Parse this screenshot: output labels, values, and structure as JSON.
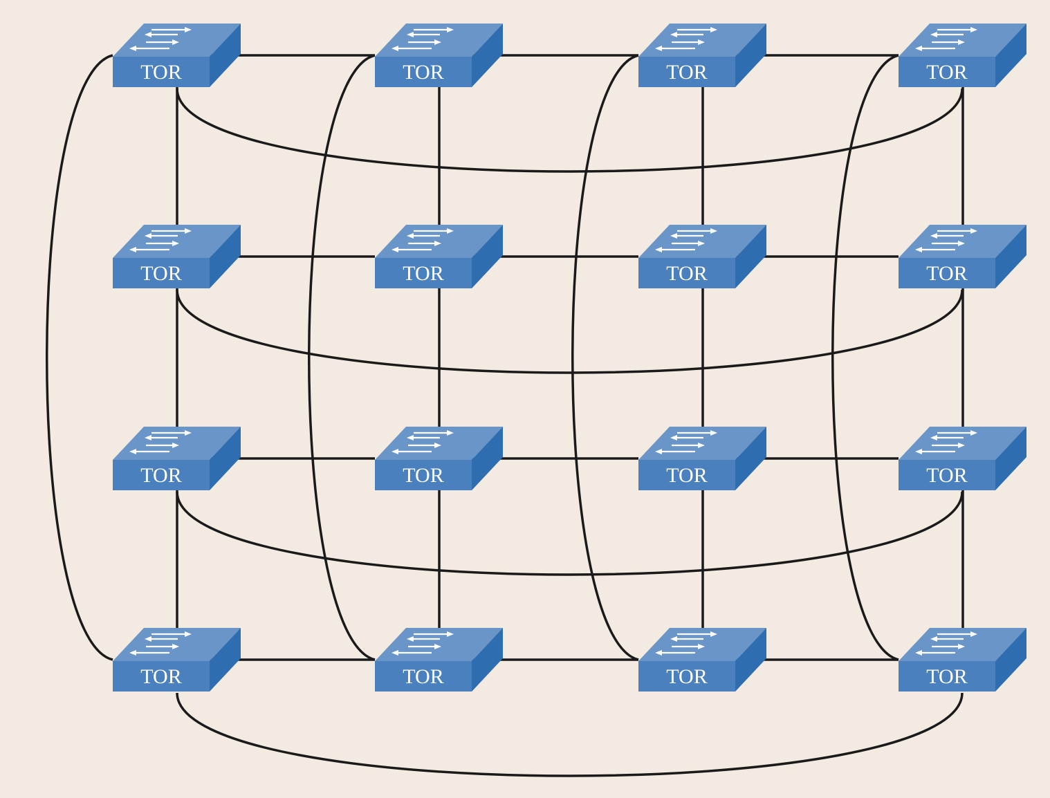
{
  "diagram": {
    "topology": "4x4 torus of top-of-rack switches",
    "node_label": "TOR",
    "rows": 4,
    "cols": 4,
    "colors": {
      "background": "#f3ebe1",
      "switch_top": "#6a95c8",
      "switch_front": "#4a80be",
      "switch_side": "#2e6db0",
      "link": "#1a1a1a",
      "arrows": "#ffffff",
      "label_text": "#ffffff"
    },
    "switch_icon": "network-switch-icon",
    "links": {
      "grid": "horizontal and vertical links between adjacent switches",
      "row_wraparound": "curved link from first to last switch in each row",
      "column_wraparound": "curved link from first to last switch in each column"
    }
  }
}
